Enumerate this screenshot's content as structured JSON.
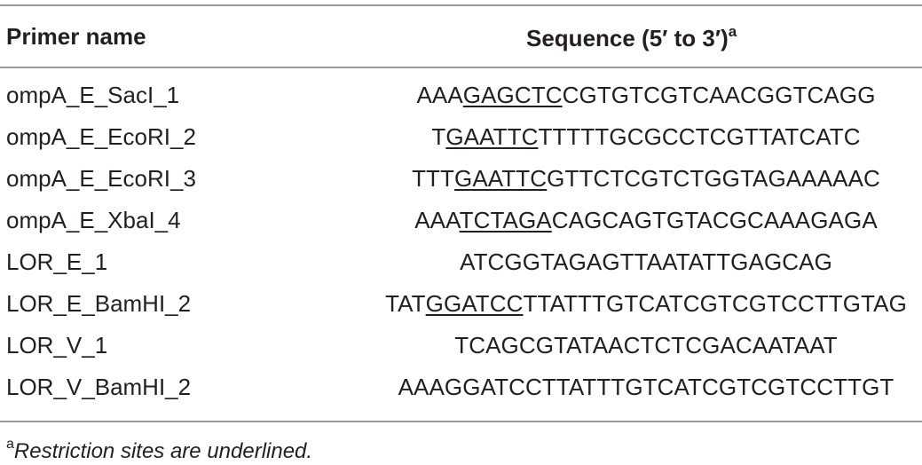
{
  "table": {
    "headers": {
      "primer_name": "Primer name",
      "sequence": "Sequence (5′ to 3′)",
      "sequence_sup": "a"
    },
    "rows": [
      {
        "name": "ompA_E_SacI_1",
        "seq_pre": "AAA",
        "seq_site": "GAGCTC",
        "seq_post": "CGTGTCGTCAACGGTCAGG"
      },
      {
        "name": "ompA_E_EcoRI_2",
        "seq_pre": "T",
        "seq_site": "GAATTC",
        "seq_post": "TTTTTGCGCCTCGTTATCATC"
      },
      {
        "name": "ompA_E_EcoRI_3",
        "seq_pre": "TTT",
        "seq_site": "GAATTC",
        "seq_post": "GTTCTCGTCTGGTAGAAAAAC"
      },
      {
        "name": "ompA_E_XbaI_4",
        "seq_pre": "AAA",
        "seq_site": "TCTAGA",
        "seq_post": "CAGCAGTGTACGCAAAGAGA"
      },
      {
        "name": "LOR_E_1",
        "seq_pre": "ATCGGTAGAGTTAATATTGAGCAG",
        "seq_site": "",
        "seq_post": ""
      },
      {
        "name": "LOR_E_BamHI_2",
        "seq_pre": "TAT",
        "seq_site": "GGATCC",
        "seq_post": "TTATTTGTCATCGTCGTCCTTGTAG"
      },
      {
        "name": "LOR_V_1",
        "seq_pre": "TCAGCGTATAACTCTCGACAATAAT",
        "seq_site": "",
        "seq_post": ""
      },
      {
        "name": "LOR_V_BamHI_2",
        "seq_pre": "AAAGGATCCTTATTTGTCATCGTCGTCCTTGT",
        "seq_site": "",
        "seq_post": ""
      }
    ]
  },
  "footnote": {
    "marker": "a",
    "text": "Restriction sites are underlined."
  }
}
